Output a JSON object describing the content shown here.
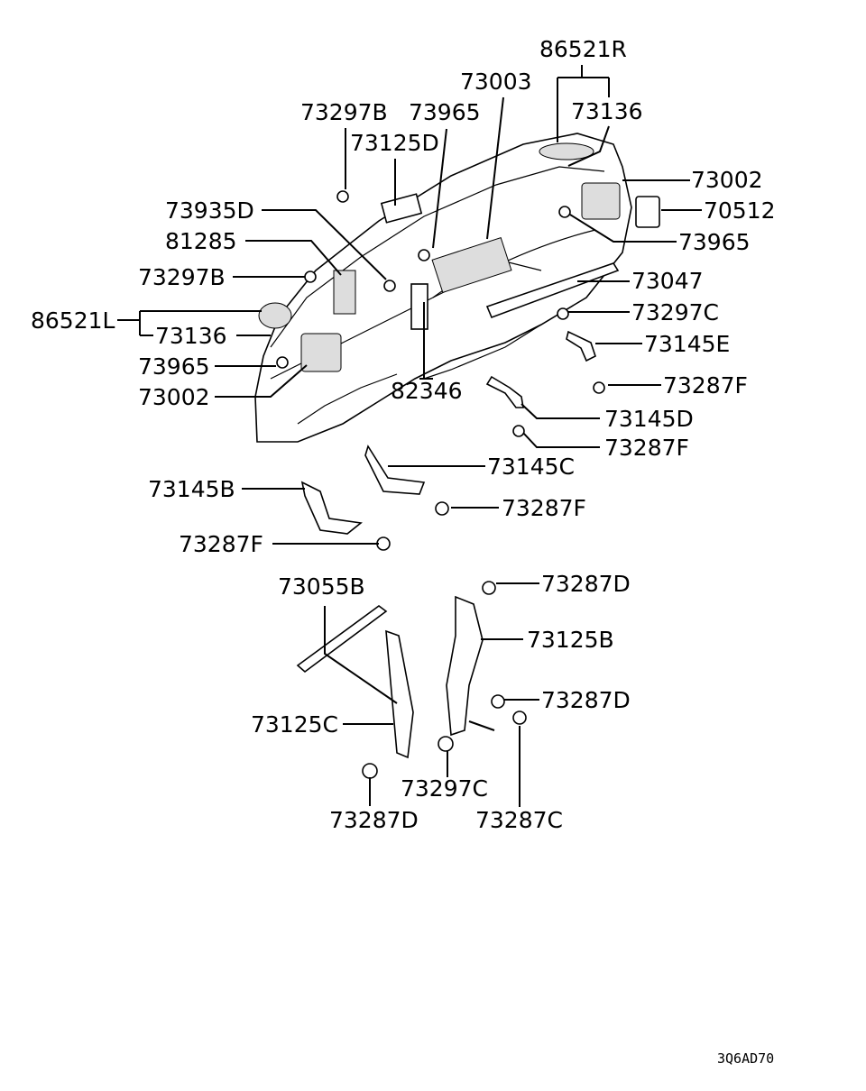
{
  "labels": {
    "p86521R": "86521R",
    "p73003": "73003",
    "p73136_r": "73136",
    "p73297B_top": "73297B",
    "p73965_top": "73965",
    "p73125D": "73125D",
    "p73002_r": "73002",
    "p70512": "70512",
    "p73935D": "73935D",
    "p73965_r": "73965",
    "p81285": "81285",
    "p73297B_l": "73297B",
    "p73047": "73047",
    "p86521L": "86521L",
    "p73297C_r": "73297C",
    "p73136_l": "73136",
    "p73145E": "73145E",
    "p73965_l": "73965",
    "p73287F_1": "73287F",
    "p73002_l": "73002",
    "p82346": "82346",
    "p73145D": "73145D",
    "p73287F_2": "73287F",
    "p73145C": "73145C",
    "p73145B": "73145B",
    "p73287F_3": "73287F",
    "p73287F_4": "73287F",
    "p73055B": "73055B",
    "p73287D_1": "73287D",
    "p73125B": "73125B",
    "p73287D_2": "73287D",
    "p73125C": "73125C",
    "p73297C_b": "73297C",
    "p73287D_3": "73287D",
    "p73287C": "73287C"
  },
  "diagram_code": "3Q6AD70"
}
